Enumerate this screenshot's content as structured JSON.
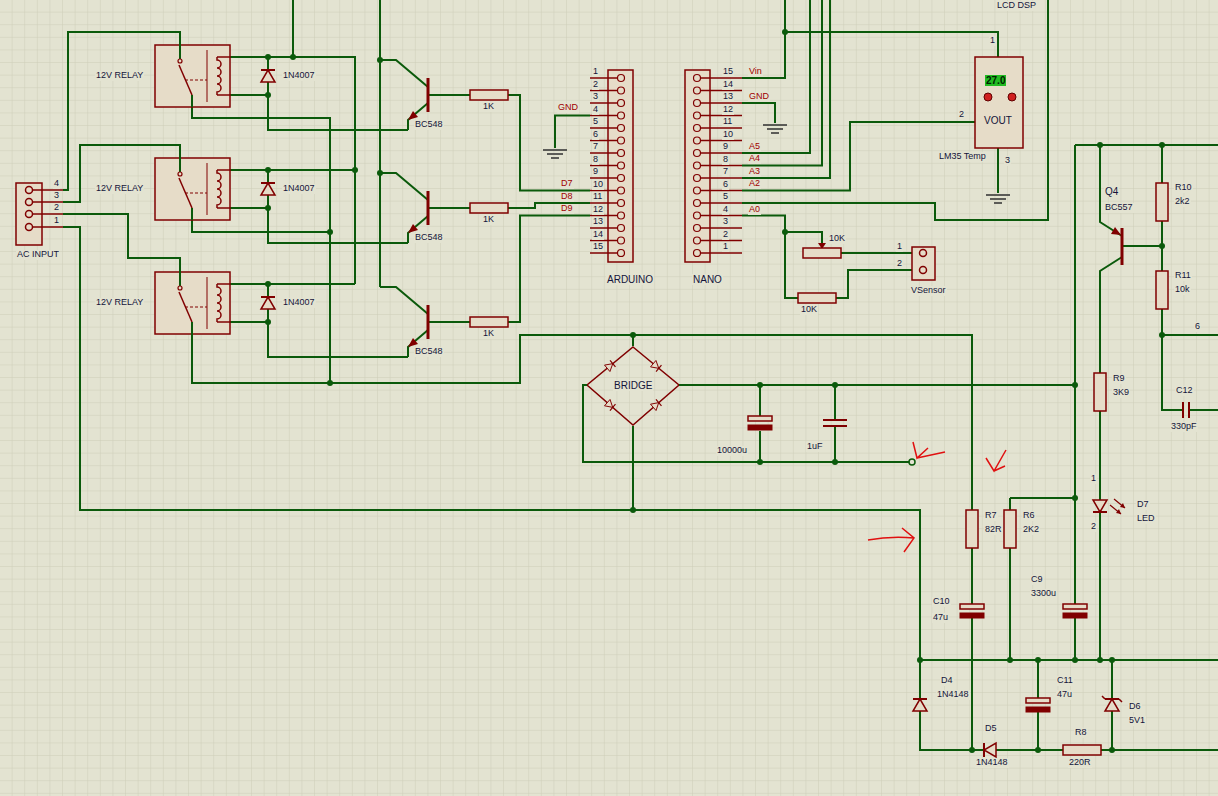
{
  "diagram": {
    "nodes": [
      {
        "text": [
          "12V RELAY"
        ]
      },
      {
        "text": [
          "12V RELAY"
        ]
      },
      {
        "text": [
          "12V RELAY"
        ]
      },
      {
        "text": [
          "4",
          "3",
          "2",
          "1",
          "AC INPUT"
        ]
      },
      {
        "text": [
          "1",
          "2",
          "3",
          "4",
          "5",
          "6",
          "7",
          "8",
          "9",
          "10",
          "11",
          "12",
          "13",
          "14",
          "15",
          "ARDUINO"
        ]
      },
      {
        "text": [
          "15",
          "14",
          "13",
          "12",
          "11",
          "10",
          "9",
          "8",
          "7",
          "6",
          "5",
          "4",
          "3",
          "2",
          "1",
          "NANO"
        ]
      },
      {
        "text": [
          "1",
          "27.0",
          "2",
          "VOUT",
          "3",
          "LM35 Temp"
        ]
      },
      {
        "text": [
          "1",
          "2",
          "VSensor"
        ]
      },
      {
        "text": [
          "BRIDGE"
        ]
      }
    ],
    "edges": [
      {
        "from": 3,
        "to": 0,
        "arrow": "none"
      },
      {
        "from": 3,
        "to": 1,
        "arrow": "none"
      },
      {
        "from": 3,
        "to": 2,
        "arrow": "none"
      },
      {
        "from": 3,
        "to": 8,
        "arrow": "none"
      },
      {
        "from": 2,
        "to": 8,
        "arrow": "none"
      },
      {
        "from": 5,
        "to": 6,
        "arrow": "none"
      }
    ],
    "labels": [
      "LCD DSP",
      "1N4007",
      "1N4007",
      "1N4007",
      "BC548",
      "BC548",
      "BC548",
      "1K",
      "1K",
      "1K",
      "GND",
      "D7",
      "D8",
      "D9",
      "Vin",
      "GND",
      "A5",
      "A4",
      "A3",
      "A2",
      "A0",
      "10K",
      "10K",
      "Q4",
      "BC557",
      "R10",
      "2k2",
      "R11",
      "10k",
      "6",
      "C12",
      "330pF",
      "10000u",
      "1uF",
      "R9",
      "3K9",
      "R7",
      "82R",
      "R6",
      "2K2",
      "D7",
      "LED",
      "1",
      "2",
      "C9",
      "3300u",
      "C10",
      "47u",
      "D4",
      "1N4148",
      "C11",
      "47u",
      "D6",
      "5V1",
      "D5",
      "1N4148",
      "R8",
      "220R"
    ]
  }
}
